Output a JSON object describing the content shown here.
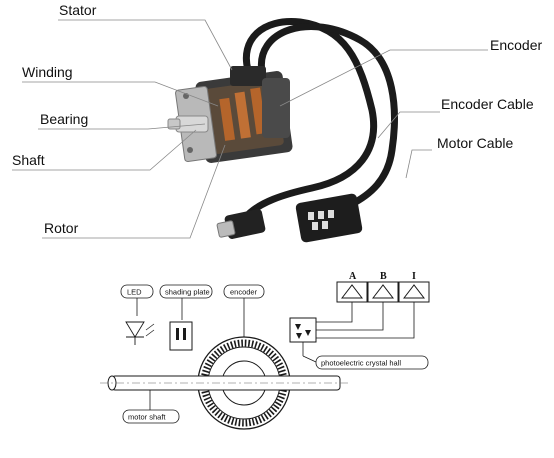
{
  "motor_labels": {
    "stator": "Stator",
    "winding": "Winding",
    "bearing": "Bearing",
    "shaft": "Shaft",
    "rotor": "Rotor",
    "encoder": "Encoder",
    "encoder_cable": "Encoder Cable",
    "motor_cable": "Motor Cable"
  },
  "encoder_diagram": {
    "led": "LED",
    "shading_plate": "shading plate",
    "encoder": "encoder",
    "motor_shaft": "motor shaft",
    "photoelectric": "photoelectric crystal hall",
    "channels": [
      "A",
      "B",
      "I"
    ]
  }
}
